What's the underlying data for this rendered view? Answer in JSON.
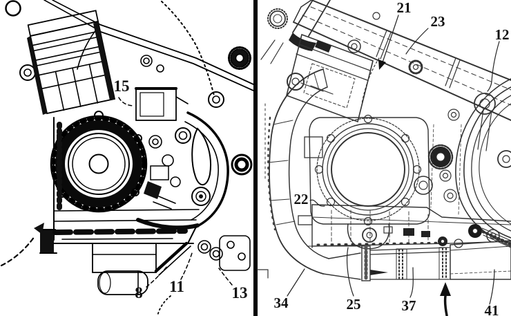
{
  "figure": {
    "background_color": "#ffffff",
    "ink_color": "#111111",
    "divider_color": "#000000"
  },
  "panels": {
    "left": {
      "labels": [
        {
          "text": "15"
        },
        {
          "text": "8"
        },
        {
          "text": "11"
        },
        {
          "text": "13"
        }
      ],
      "arrow_direction": "curved-dashed-up-right"
    },
    "right": {
      "labels": [
        {
          "text": "21"
        },
        {
          "text": "23"
        },
        {
          "text": "12"
        },
        {
          "text": "22"
        },
        {
          "text": "34"
        },
        {
          "text": "25"
        },
        {
          "text": "37"
        },
        {
          "text": "41"
        }
      ],
      "arrow_directions": [
        "down-left",
        "up"
      ]
    }
  }
}
